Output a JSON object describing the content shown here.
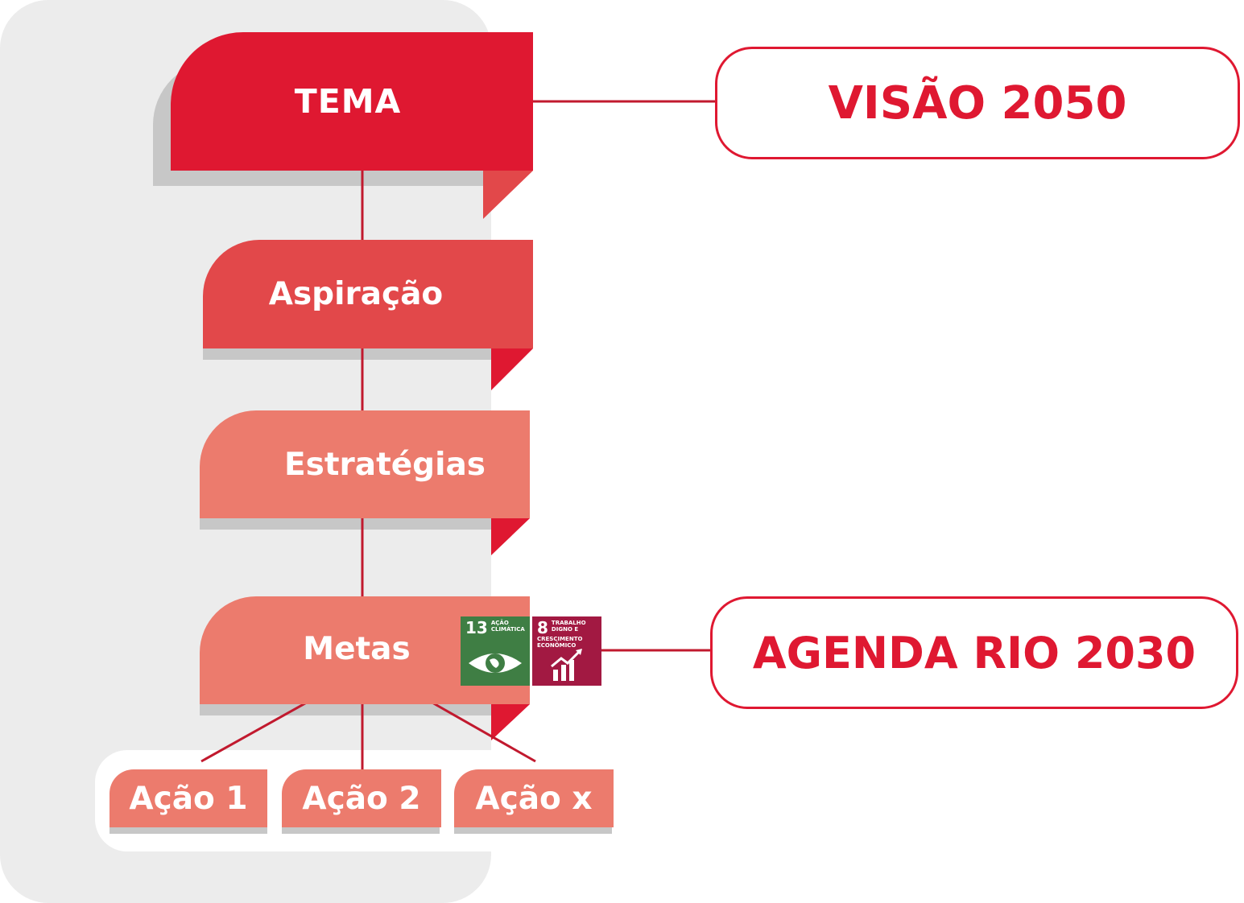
{
  "diagram": {
    "tema": "TEMA",
    "aspiracao": "Aspiração",
    "estrategias": "Estratégias",
    "metas": "Metas",
    "acoes": [
      "Ação 1",
      "Ação 2",
      "Ação x"
    ],
    "visao": "VISÃO 2050",
    "agenda": "AGENDA RIO 2030",
    "sdg_13": {
      "number": "13",
      "label": "AÇÃO CLIMÁTICA"
    },
    "sdg_8": {
      "number": "8",
      "label": "TRABALHO DIGNO E CRESCIMENTO ECONÔMICO"
    }
  },
  "colors": {
    "red": "#df1831",
    "medium_red": "#e2484a",
    "salmon": "#ec7b6d",
    "gray_panel": "#ececec",
    "shadow": "#c7c7c7",
    "sdg13_green": "#3f7e44",
    "sdg8_maroon": "#a21942"
  }
}
